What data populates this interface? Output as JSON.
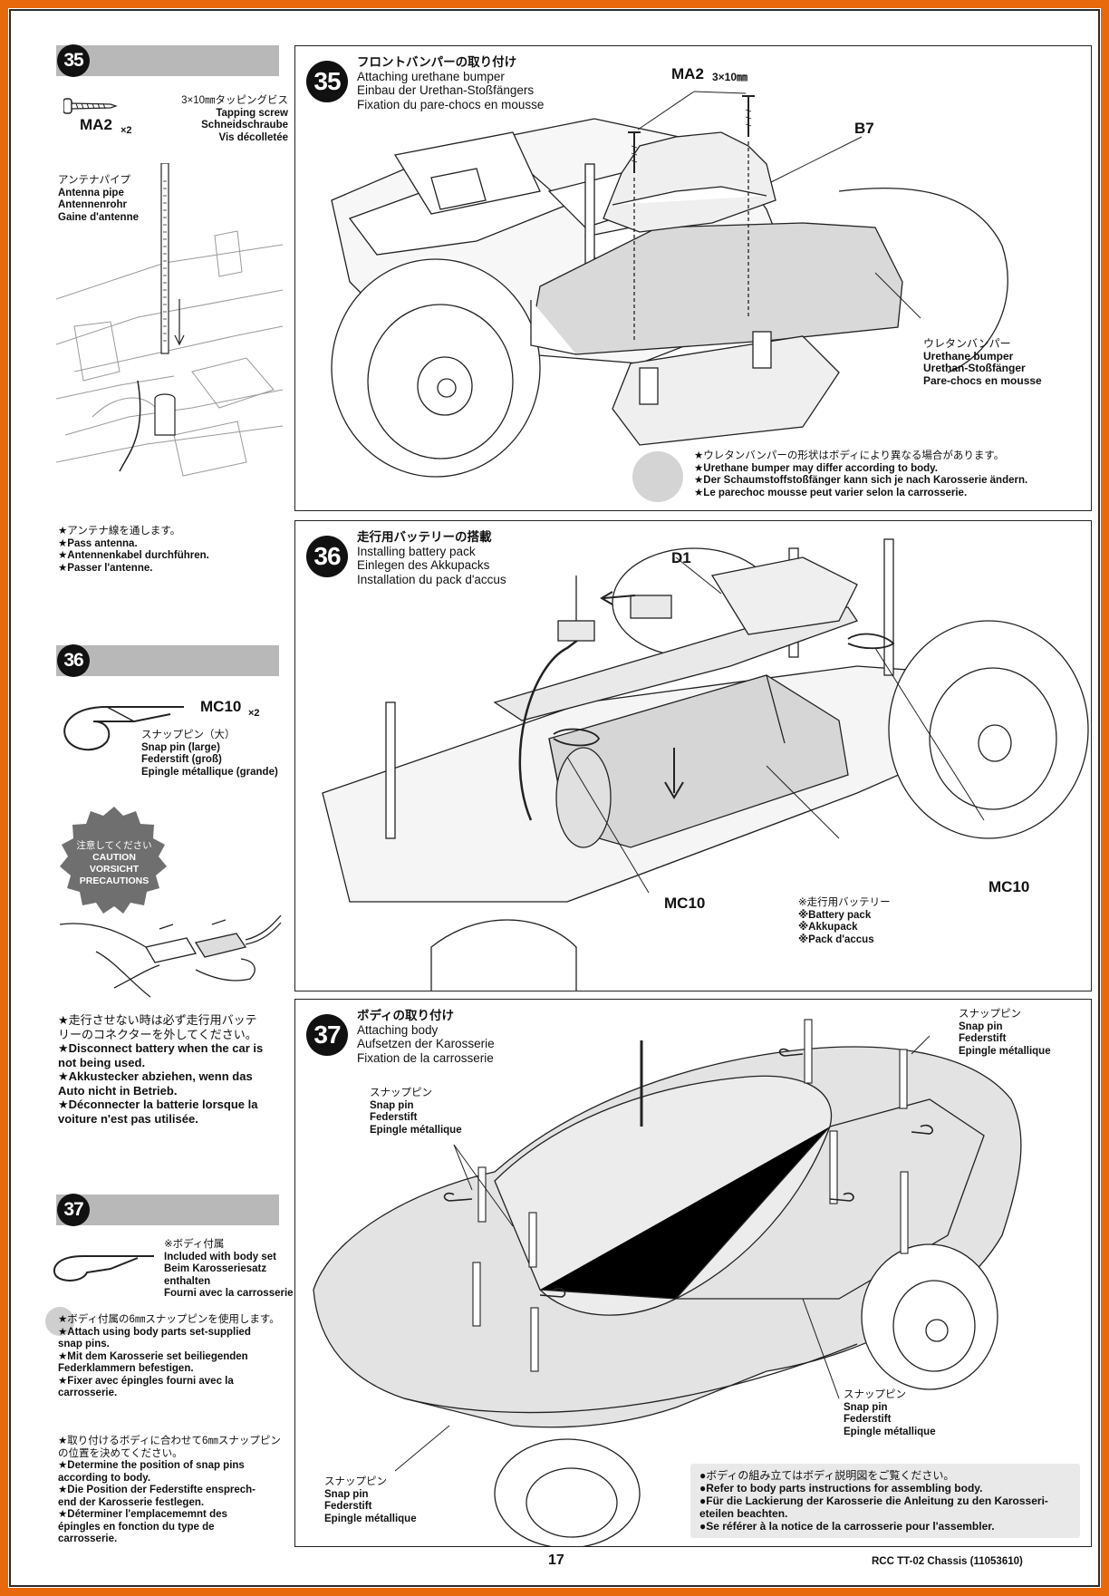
{
  "sidebar": {
    "s35": {
      "number": "35",
      "part_code": "MA2",
      "part_qty": "×2",
      "part_spec": [
        "3×10㎜タッピングビス",
        "Tapping screw",
        "Schneidschraube",
        "Vis décolletée"
      ],
      "antenna_label": [
        "アンテナパイプ",
        "Antenna pipe",
        "Antennenrohr",
        "Gaine d'antenne"
      ],
      "instruction": [
        "★アンテナ線を通します。",
        "★Pass antenna.",
        "★Antennenkabel durchführen.",
        "★Passer l'antenne."
      ]
    },
    "s36": {
      "number": "36",
      "part_code": "MC10",
      "part_qty": "×2",
      "part_spec": [
        "スナップピン（大）",
        "Snap pin (large)",
        "Federstift (groß)",
        "Epingle métallique (grande)"
      ],
      "caution_badge": [
        "注意してください",
        "CAUTION",
        "VORSICHT",
        "PRECAUTIONS"
      ],
      "instruction": [
        "★走行させない時は必ず走行用バッテ",
        "リーのコネクターを外してください。",
        "★Disconnect battery when the car is",
        "not being used.",
        "★Akkustecker abziehen, wenn das",
        "Auto nicht in Betrieb.",
        "★Déconnecter la batterie lorsque la",
        "voiture n'est pas utilisée."
      ]
    },
    "s37": {
      "number": "37",
      "part_spec": [
        "※ボディ付属",
        "Included with body set",
        "Beim Karosseriesatz",
        "enthalten",
        "Fourni avec la carrosserie"
      ],
      "instruction1": [
        "★ボディ付属の6㎜スナップピンを使用します。",
        "★Attach using body parts set-supplied",
        "snap pins.",
        "★Mit dem Karosserie set beiliegenden",
        "Federklammern befestigen.",
        "★Fixer avec épingles fourni avec la",
        "carrosserie."
      ],
      "instruction2": [
        "★取り付けるボディに合わせて6㎜スナップピン",
        "の位置を決めてください。",
        "★Determine the position of snap pins",
        "according to body.",
        "★Die Position der Federstifte ensprech-",
        "end der Karosserie festlegen.",
        "★Déterminer l'emplacememnt des",
        "épingles en fonction du type de",
        "carrosserie."
      ]
    }
  },
  "panels": {
    "p35": {
      "number": "35",
      "title": [
        "フロントバンパーの取り付け",
        "Attaching urethane bumper",
        "Einbau der Urethan-Stoßfängers",
        "Fixation du pare-chocs en mousse"
      ],
      "label_ma2": "MA2",
      "label_ma2_spec": "3×10㎜",
      "label_b7": "B7",
      "bumper_label": [
        "ウレタンバンパー",
        "Urethane bumper",
        "Urethan-Stoßfänger",
        "Pare-chocs en mousse"
      ],
      "note": [
        "★ウレタンバンパーの形状はボディにより異なる場合があります。",
        "★Urethane bumper may differ according to body.",
        "★Der Schaumstoffstoßfänger kann sich je nach Karosserie ändern.",
        "★Le parechoc mousse peut varier selon la carrosserie."
      ]
    },
    "p36": {
      "number": "36",
      "title": [
        "走行用バッテリーの搭載",
        "Installing battery pack",
        "Einlegen des Akkupacks",
        "Installation du pack d'accus"
      ],
      "label_d1": "D1",
      "label_mc10_a": "MC10",
      "label_mc10_b": "MC10",
      "battery_label": [
        "※走行用バッテリー",
        "※Battery pack",
        "※Akkupack",
        "※Pack d'accus"
      ]
    },
    "p37": {
      "number": "37",
      "title": [
        "ボディの取り付け",
        "Attaching body",
        "Aufsetzen der Karosserie",
        "Fixation de la carrosserie"
      ],
      "pin_label_tr": [
        "スナップピン",
        "Snap pin",
        "Federstift",
        "Epingle métallique"
      ],
      "pin_label_tl": [
        "スナップピン",
        "Snap pin",
        "Federstift",
        "Epingle métallique"
      ],
      "pin_label_br": [
        "スナップピン",
        "Snap pin",
        "Federstift",
        "Epingle métallique"
      ],
      "pin_label_bl": [
        "スナップピン",
        "Snap pin",
        "Federstift",
        "Epingle métallique"
      ],
      "note": [
        "●ボディの組み立てはボディ説明図をご覧ください。",
        "●Refer to body parts instructions for assembling body.",
        "●Für die Lackierung der Karosserie die Anleitung zu den Karosseri-",
        "eteilen beachten.",
        "●Se référer à la notice de la carrosserie pour l'assembler."
      ]
    }
  },
  "footer": {
    "page_number": "17",
    "model": "RCC TT-02 Chassis (11053610)"
  }
}
